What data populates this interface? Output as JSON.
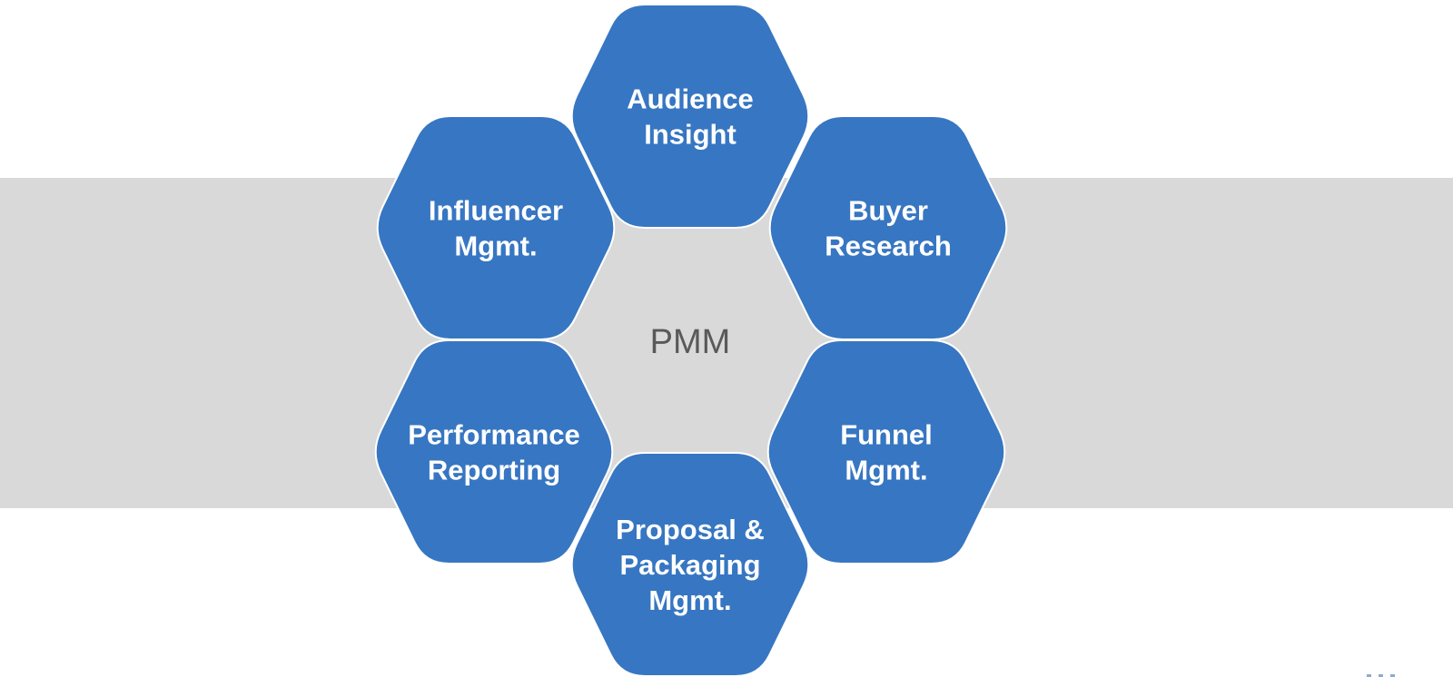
{
  "diagram": {
    "center_label": "PMM",
    "hex_color": "#3776c2",
    "band_color": "#d9d9d9",
    "center_text_color": "#595959",
    "nodes": [
      {
        "id": "audience-insight",
        "lines": [
          "Audience",
          "Insight"
        ]
      },
      {
        "id": "buyer-research",
        "lines": [
          "Buyer",
          "Research"
        ]
      },
      {
        "id": "funnel-mgmt",
        "lines": [
          "Funnel",
          "Mgmt."
        ]
      },
      {
        "id": "proposal-packaging-mgmt",
        "lines": [
          "Proposal &",
          "Packaging",
          "Mgmt."
        ]
      },
      {
        "id": "performance-reporting",
        "lines": [
          "Performance",
          "Reporting"
        ]
      },
      {
        "id": "influencer-mgmt",
        "lines": [
          "Influencer",
          "Mgmt."
        ]
      }
    ]
  }
}
